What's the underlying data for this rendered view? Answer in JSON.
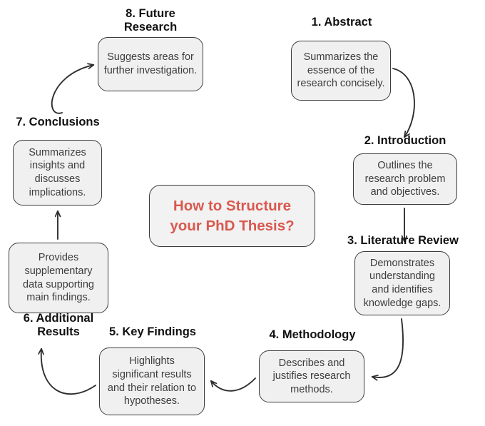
{
  "diagram": {
    "center": {
      "title": "How to Structure\nyour PhD Thesis?",
      "accent_color": "#d9594f"
    },
    "box_fill": "#f0f0f0",
    "box_border": "#3c3c3c",
    "arrow_color": "#2e2e2e",
    "steps": [
      {
        "number": "1",
        "label": "1. Abstract",
        "text": "Summarizes the essence of the research concisely."
      },
      {
        "number": "2",
        "label": "2. Introduction",
        "text": "Outlines the research problem and objectives."
      },
      {
        "number": "3",
        "label": "3. Literature Review",
        "text": "Demonstrates understanding and identifies knowledge gaps."
      },
      {
        "number": "4",
        "label": "4. Methodology",
        "text": "Describes and justifies research methods."
      },
      {
        "number": "5",
        "label": "5. Key Findings",
        "text": "Highlights significant results and their relation to hypotheses."
      },
      {
        "number": "6",
        "label": "6. Additional\nResults",
        "text": "Provides supplementary data supporting main findings."
      },
      {
        "number": "7",
        "label": "7. Conclusions",
        "text": "Summarizes insights and discusses implications."
      },
      {
        "number": "8",
        "label": "8. Future\nResearch",
        "text": "Suggests areas for further investigation."
      }
    ],
    "flow": [
      {
        "from": "1",
        "to": "2"
      },
      {
        "from": "2",
        "to": "3"
      },
      {
        "from": "3",
        "to": "4"
      },
      {
        "from": "4",
        "to": "5"
      },
      {
        "from": "5",
        "to": "6"
      },
      {
        "from": "6",
        "to": "7"
      },
      {
        "from": "7",
        "to": "8"
      }
    ]
  }
}
